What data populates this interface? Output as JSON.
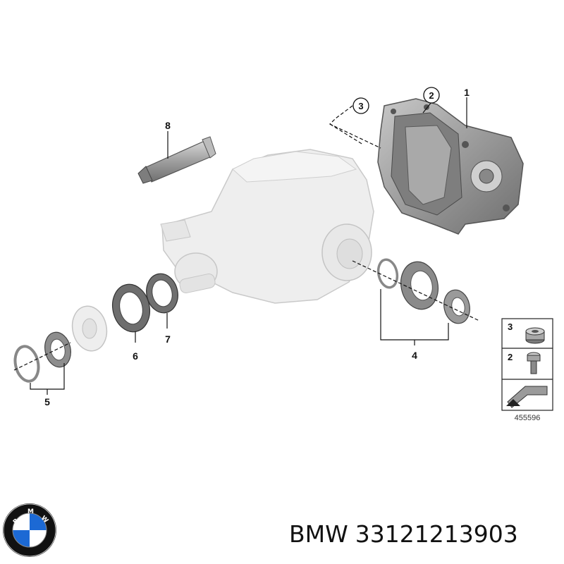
{
  "diagram": {
    "callouts": {
      "c1": "1",
      "c2": "2",
      "c3": "3",
      "c4": "4",
      "c5": "5",
      "c6": "6",
      "c7": "7",
      "c8": "8"
    },
    "legend": {
      "item_top": "3",
      "item_bottom": "2"
    },
    "reference_number": "455596"
  },
  "caption": {
    "brand": "BMW",
    "part_number": "33121213903"
  },
  "logo": {
    "lettering": "BMW",
    "colors": {
      "blue": "#1c69d4",
      "white": "#ffffff",
      "ring": "#111111"
    }
  },
  "colors": {
    "ghost_housing": "#eeeeee",
    "part_dark": "#8a8a8a",
    "part_mid": "#b7b7b7",
    "line": "#111111"
  }
}
